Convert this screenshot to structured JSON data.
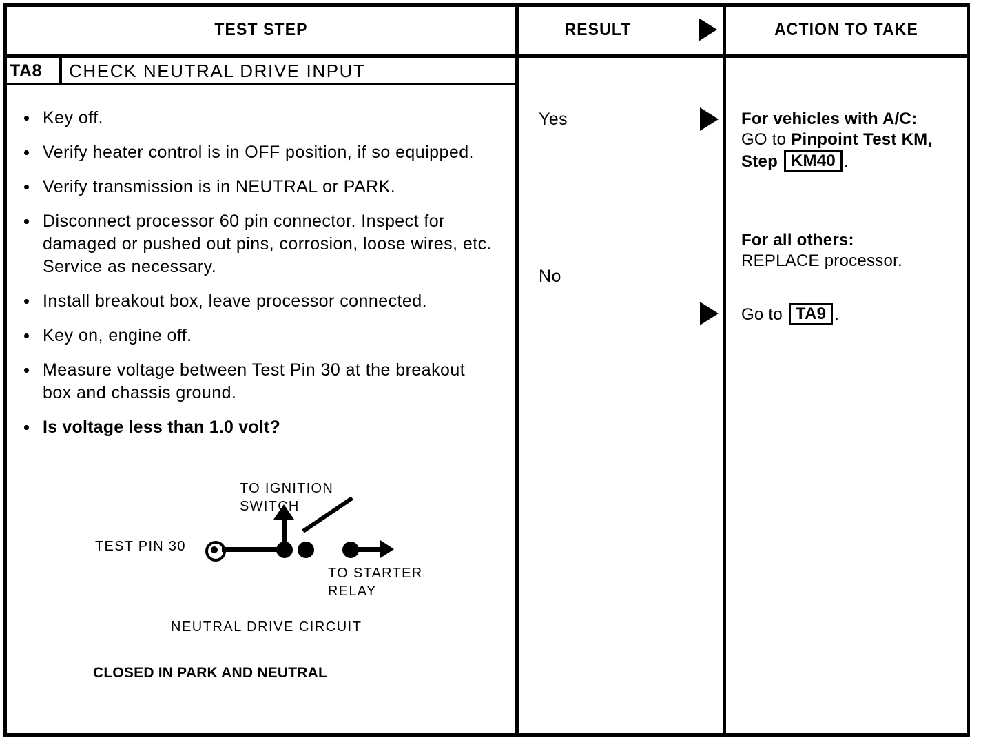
{
  "table": {
    "headers": {
      "test_step": "TEST STEP",
      "result": "RESULT",
      "action": "ACTION TO TAKE"
    }
  },
  "test_step": {
    "id": "TA8",
    "title": "CHECK NEUTRAL DRIVE INPUT",
    "steps": [
      {
        "text": "Key off.",
        "bold": false
      },
      {
        "text": "Verify heater control is in OFF position, if so equipped.",
        "bold": false
      },
      {
        "text": "Verify transmission is in NEUTRAL or PARK.",
        "bold": false
      },
      {
        "text": "Disconnect processor 60 pin connector. Inspect for damaged or pushed out pins, corrosion, loose wires, etc. Service as necessary.",
        "bold": false
      },
      {
        "text": "Install breakout box, leave processor connected.",
        "bold": false
      },
      {
        "text": "Key on, engine off.",
        "bold": false
      },
      {
        "text": "Measure voltage between Test Pin 30 at the breakout box and chassis ground.",
        "bold": false
      },
      {
        "text": "Is voltage less than 1.0 volt?",
        "bold": true
      }
    ]
  },
  "diagram": {
    "label_ignition": "TO IGNITION\nSWITCH",
    "label_ignition_line1": "TO IGNITION",
    "label_ignition_line2": "SWITCH",
    "label_test_pin": "TEST PIN 30",
    "label_starter_line1": "TO STARTER",
    "label_starter_line2": "RELAY",
    "caption": "NEUTRAL DRIVE CIRCUIT",
    "note": "CLOSED IN PARK AND NEUTRAL"
  },
  "results": [
    {
      "label": "Yes"
    },
    {
      "label": "No"
    }
  ],
  "actions": {
    "yes": {
      "heading": "For vehicles with A/C:",
      "line_prefix": "GO to ",
      "line_bold": "Pinpoint Test KM, Step",
      "step_ref": "KM40",
      "period": "."
    },
    "all_others": {
      "heading": "For all others:",
      "body": "REPLACE processor."
    },
    "no": {
      "prefix": "Go to ",
      "step_ref": "TA9",
      "period": "."
    }
  },
  "colors": {
    "ink": "#000000",
    "paper": "#ffffff"
  }
}
